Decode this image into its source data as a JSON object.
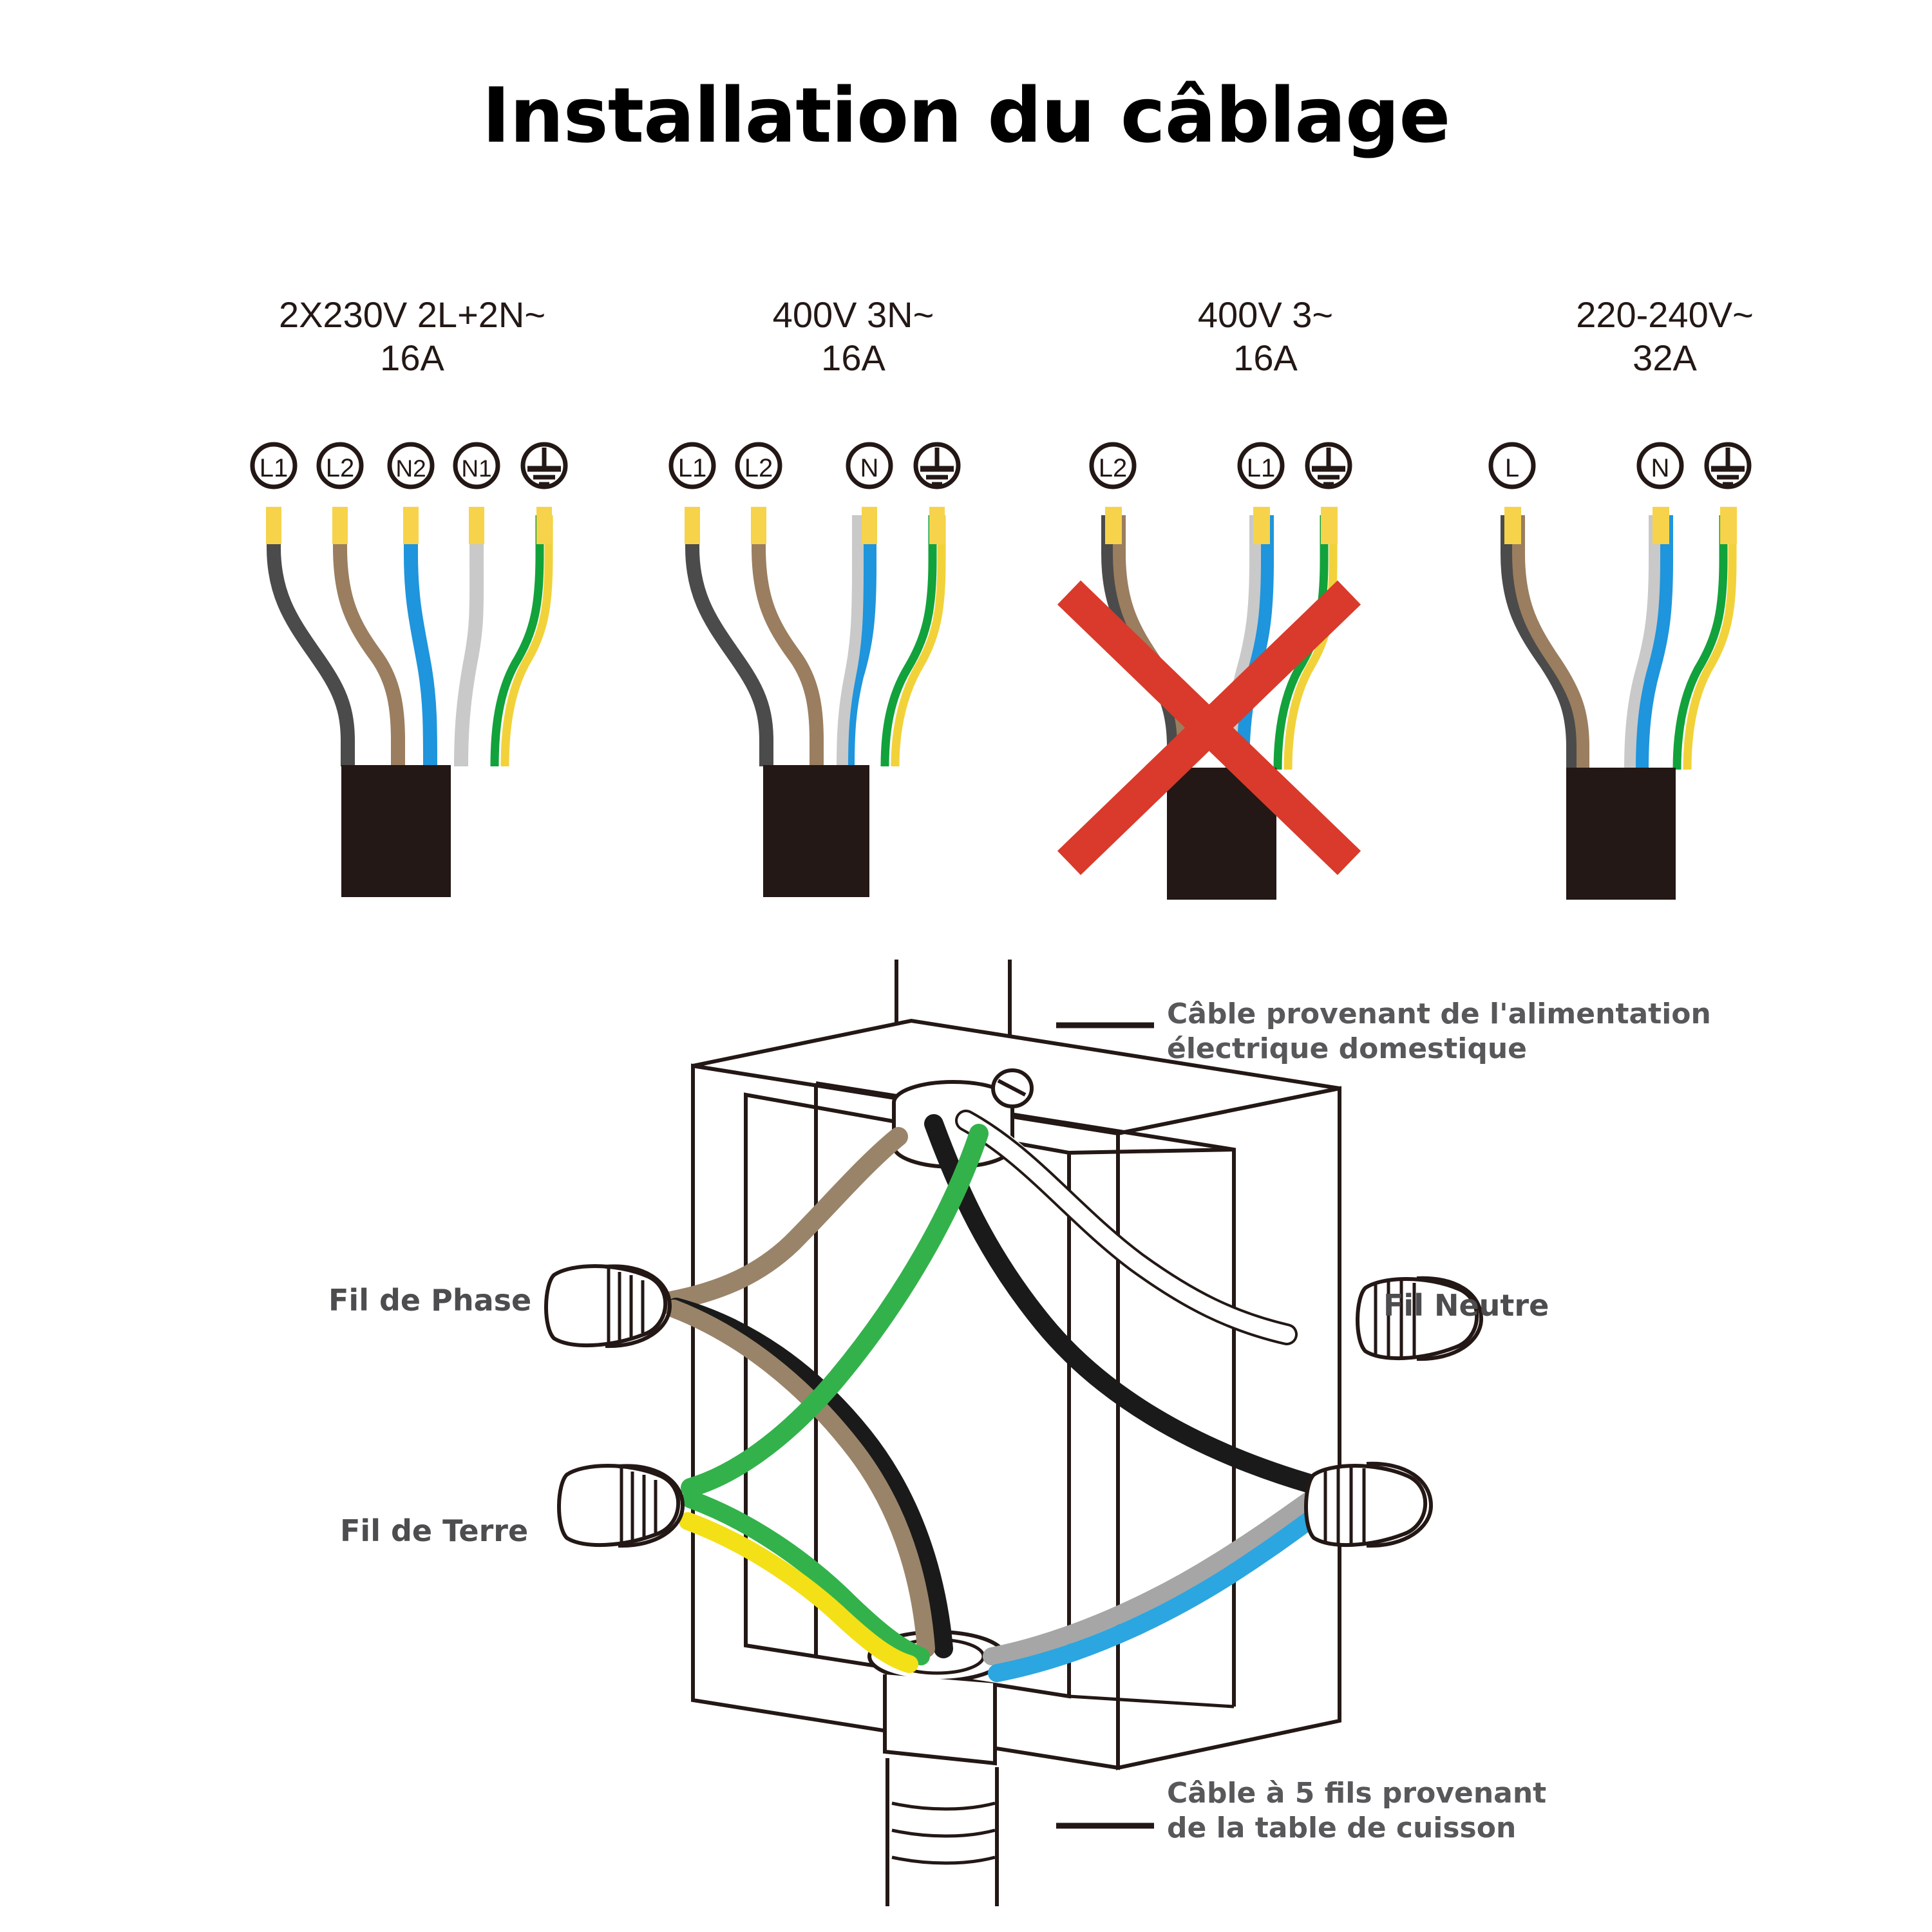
{
  "title": "Installation du câblage",
  "configurations": [
    {
      "id": "config-2x230v",
      "line1": "2X230V 2L+2N~",
      "line2": "16A",
      "header": "2X230V 2L+2N~\n16A",
      "invalid": false,
      "terminals": [
        {
          "label": "L1",
          "type": "text"
        },
        {
          "label": "L2",
          "type": "text"
        },
        {
          "label": "N2",
          "type": "text"
        },
        {
          "label": "N1",
          "type": "text"
        },
        {
          "label": "earth",
          "type": "earth-symbol"
        }
      ],
      "wires": [
        {
          "color_name": "dark-grey",
          "color": "#4b4b4b",
          "terminal": "L1"
        },
        {
          "color_name": "brown",
          "color": "#9a7e5f",
          "terminal": "L2"
        },
        {
          "color_name": "blue",
          "color": "#1e95dc",
          "terminal": "N2"
        },
        {
          "color_name": "light-grey",
          "color": "#c9c9c9",
          "terminal": "N1"
        },
        {
          "color_name": "green-yellow",
          "color": "#12a23b",
          "color2": "#f2d23a",
          "terminal": "earth"
        }
      ]
    },
    {
      "id": "config-400v-3n",
      "line1": "400V 3N~",
      "line2": "16A",
      "header": "400V 3N~\n16A",
      "invalid": false,
      "terminals": [
        {
          "label": "L1",
          "type": "text"
        },
        {
          "label": "L2",
          "type": "text"
        },
        {
          "label": "N",
          "type": "text"
        },
        {
          "label": "earth",
          "type": "earth-symbol"
        }
      ],
      "wires": [
        {
          "color_name": "dark-grey",
          "color": "#4b4b4b",
          "terminal": "L1"
        },
        {
          "color_name": "brown",
          "color": "#9a7e5f",
          "terminal": "L2"
        },
        {
          "color_name": "blue",
          "color": "#1e95dc",
          "terminal": "N"
        },
        {
          "color_name": "light-grey",
          "color": "#c9c9c9",
          "terminal": "N"
        },
        {
          "color_name": "green-yellow",
          "color": "#12a23b",
          "color2": "#f2d23a",
          "terminal": "earth"
        }
      ]
    },
    {
      "id": "config-400v-3",
      "line1": "400V 3~",
      "line2": "16A",
      "header": "400V 3~\n16A",
      "invalid": true,
      "terminals": [
        {
          "label": "L2",
          "type": "text"
        },
        {
          "label": "L1",
          "type": "text"
        },
        {
          "label": "earth",
          "type": "earth-symbol"
        }
      ],
      "wires": [
        {
          "color_name": "dark-grey",
          "color": "#4b4b4b",
          "terminal": "L2"
        },
        {
          "color_name": "brown",
          "color": "#9a7e5f",
          "terminal": "L2"
        },
        {
          "color_name": "light-grey",
          "color": "#c9c9c9",
          "terminal": "L1"
        },
        {
          "color_name": "blue",
          "color": "#1e95dc",
          "terminal": "L1"
        },
        {
          "color_name": "green-yellow",
          "color": "#12a23b",
          "color2": "#f2d23a",
          "terminal": "earth"
        }
      ]
    },
    {
      "id": "config-220-240v",
      "line1": "220-240V~",
      "line2": "32A",
      "header": "220-240V~\n32A",
      "invalid": false,
      "terminals": [
        {
          "label": "L",
          "type": "text"
        },
        {
          "label": "N",
          "type": "text"
        },
        {
          "label": "earth",
          "type": "earth-symbol"
        }
      ],
      "wires": [
        {
          "color_name": "dark-grey",
          "color": "#4b4b4b",
          "terminal": "L"
        },
        {
          "color_name": "brown",
          "color": "#9a7e5f",
          "terminal": "L"
        },
        {
          "color_name": "blue",
          "color": "#1e95dc",
          "terminal": "N"
        },
        {
          "color_name": "light-grey",
          "color": "#c9c9c9",
          "terminal": "N"
        },
        {
          "color_name": "green-yellow",
          "color": "#12a23b",
          "color2": "#f2d23a",
          "terminal": "earth"
        }
      ]
    }
  ],
  "junction_box": {
    "callout_top": "Câble provenant de l'alimentation\nélectrique domestique",
    "callout_bottom": "Câble à 5 fils provenant\nde la table de cuisson",
    "label_phase": "Fil de Phase",
    "label_neutre": "Fil Neutre",
    "label_terre": "Fil de Terre",
    "wire_colors": {
      "brown": "#9a8469",
      "black": "#1a1a1a",
      "green": "#33b24b",
      "yellow": "#f4e017",
      "grey": "#a6a6a6",
      "blue": "#2ba6e0",
      "white": "#ffffff"
    }
  },
  "colors": {
    "ferrule_yellow": "#f6d34a",
    "sheath_black": "#231815",
    "invalid_red": "#d93a2b",
    "outline": "#231815",
    "label_grey": "#4d4d4f",
    "callout_grey": "#58585a"
  }
}
